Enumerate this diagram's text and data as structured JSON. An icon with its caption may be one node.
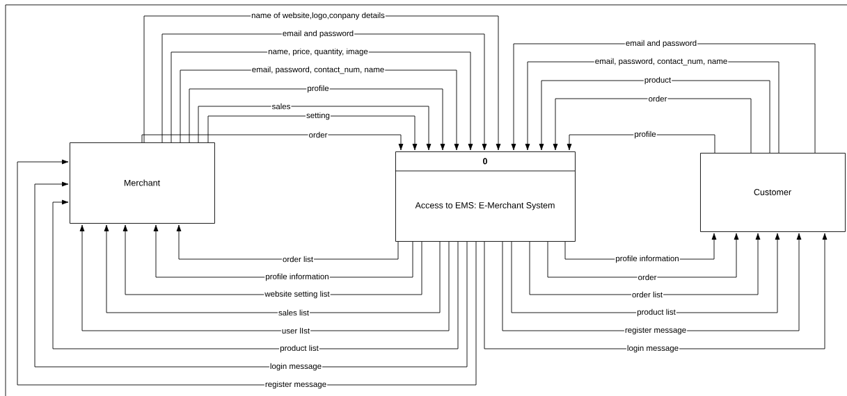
{
  "diagram": {
    "nodes": [
      {
        "text": [
          "Merchant"
        ]
      },
      {
        "text": [
          "0",
          "Access to EMS: E-Merchant System"
        ]
      },
      {
        "text": [
          "Customer"
        ]
      }
    ],
    "edges": [
      {
        "from": 0,
        "to": 1,
        "arrow": "to",
        "label": "name of website,logo,conpany details"
      },
      {
        "from": 0,
        "to": 1,
        "arrow": "to",
        "label": "email and password"
      },
      {
        "from": 0,
        "to": 1,
        "arrow": "to",
        "label": "name, price, quantity, image"
      },
      {
        "from": 0,
        "to": 1,
        "arrow": "to",
        "label": "email, password, contact_num, name"
      },
      {
        "from": 0,
        "to": 1,
        "arrow": "to",
        "label": "profile"
      },
      {
        "from": 0,
        "to": 1,
        "arrow": "to",
        "label": "sales"
      },
      {
        "from": 0,
        "to": 1,
        "arrow": "to",
        "label": "setting"
      },
      {
        "from": 0,
        "to": 1,
        "arrow": "to",
        "label": "order"
      },
      {
        "from": 2,
        "to": 1,
        "arrow": "to",
        "label": "email and password"
      },
      {
        "from": 2,
        "to": 1,
        "arrow": "to",
        "label": "email, password, contact_num, name"
      },
      {
        "from": 2,
        "to": 1,
        "arrow": "to",
        "label": "product"
      },
      {
        "from": 2,
        "to": 1,
        "arrow": "to",
        "label": "order"
      },
      {
        "from": 2,
        "to": 1,
        "arrow": "to",
        "label": "profile"
      },
      {
        "from": 1,
        "to": 0,
        "arrow": "to",
        "label": "order list"
      },
      {
        "from": 1,
        "to": 0,
        "arrow": "to",
        "label": "profile information"
      },
      {
        "from": 1,
        "to": 0,
        "arrow": "to",
        "label": "website setting list"
      },
      {
        "from": 1,
        "to": 0,
        "arrow": "to",
        "label": "sales list"
      },
      {
        "from": 1,
        "to": 0,
        "arrow": "to",
        "label": "user lIst"
      },
      {
        "from": 1,
        "to": 0,
        "arrow": "to",
        "label": "product list"
      },
      {
        "from": 1,
        "to": 0,
        "arrow": "to",
        "label": "login message"
      },
      {
        "from": 1,
        "to": 0,
        "arrow": "to",
        "label": "register message"
      },
      {
        "from": 1,
        "to": 2,
        "arrow": "to",
        "label": "profile information"
      },
      {
        "from": 1,
        "to": 2,
        "arrow": "to",
        "label": "order"
      },
      {
        "from": 1,
        "to": 2,
        "arrow": "to",
        "label": "order list"
      },
      {
        "from": 1,
        "to": 2,
        "arrow": "to",
        "label": "product list"
      },
      {
        "from": 1,
        "to": 2,
        "arrow": "to",
        "label": "register message"
      },
      {
        "from": 1,
        "to": 2,
        "arrow": "to",
        "label": "login message"
      }
    ]
  }
}
